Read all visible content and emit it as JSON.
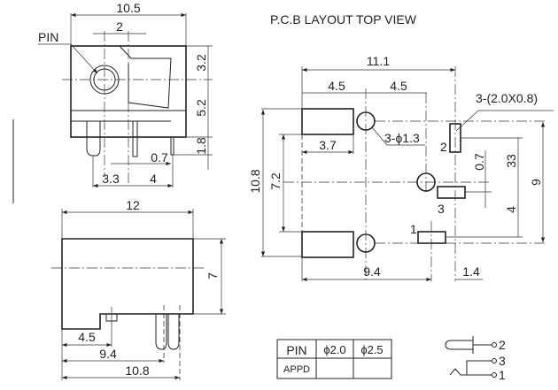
{
  "title": "P.C.B LAYOUT    TOP VIEW",
  "front_view": {
    "pin_label": "PIN",
    "width": "10.5",
    "pin_offset": "2",
    "h1": "3.2",
    "h2": "5.2",
    "h3": "1.8",
    "pin_thickness": "0.7",
    "pin_x1": "3.3",
    "pin_x2": "4"
  },
  "side_view": {
    "length": "12",
    "height": "7",
    "d1": "4.5",
    "d2": "9.4",
    "d3": "10.8"
  },
  "pcb_layout": {
    "overall_width": "11.1",
    "spacing_a": "4.5",
    "spacing_b": "4.5",
    "slot_note": "3-(2.0X0.8)",
    "hole_note": "3-ϕ1.3",
    "pad_width": "3.7",
    "overall_height": "10.8",
    "pad_spacing": "7.2",
    "bottom_a": "9.4",
    "bottom_b": "1.4",
    "v_a": "0.7",
    "v_b": "33",
    "v_c": "4",
    "v_total": "9",
    "pin_labels": [
      "2",
      "3",
      "1"
    ]
  },
  "table": {
    "headers": [
      "PIN",
      "ϕ2.0",
      "ϕ2.5"
    ],
    "row_label": "APPD"
  },
  "schematic": {
    "pins": [
      "2",
      "3",
      "1"
    ]
  }
}
